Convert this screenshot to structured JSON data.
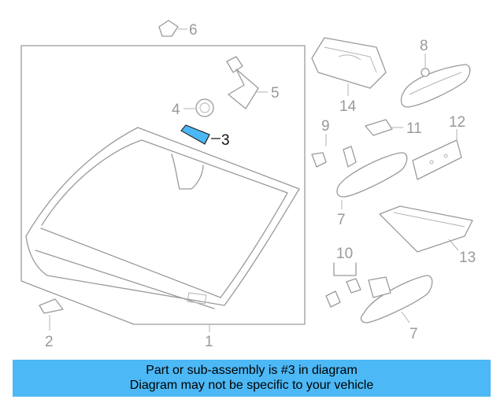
{
  "callouts": {
    "c1": "1",
    "c2": "2",
    "c3": "3",
    "c4": "4",
    "c5": "5",
    "c6": "6",
    "c7a": "7",
    "c7b": "7",
    "c8": "8",
    "c9": "9",
    "c10": "10",
    "c11": "11",
    "c12": "12",
    "c13": "13",
    "c14": "14"
  },
  "highlight_part": "3",
  "colors": {
    "highlight": "#4cb8f5",
    "line": "#9a9a9a",
    "banner": "#4cb8f5"
  },
  "banner": {
    "line1": "Part or sub-assembly is #3 in diagram",
    "line2": "Diagram may not be specific to your vehicle"
  }
}
